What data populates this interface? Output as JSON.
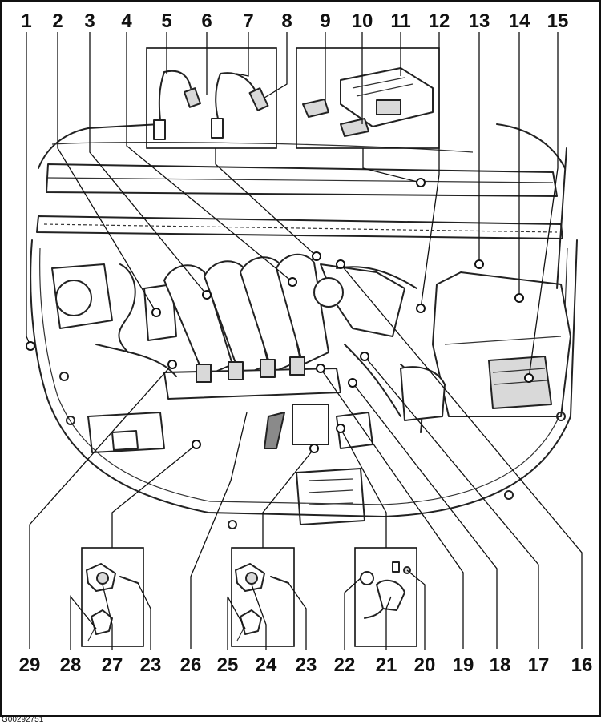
{
  "diagram": {
    "top_labels": [
      "1",
      "2",
      "3",
      "4",
      "5",
      "6",
      "7",
      "8",
      "9",
      "10",
      "11",
      "12",
      "13",
      "14",
      "15"
    ],
    "bottom_labels": [
      "29",
      "28",
      "27",
      "23",
      "26",
      "25",
      "24",
      "23",
      "22",
      "21",
      "20",
      "19",
      "18",
      "17",
      "16"
    ],
    "figure_code": "G00292751"
  }
}
